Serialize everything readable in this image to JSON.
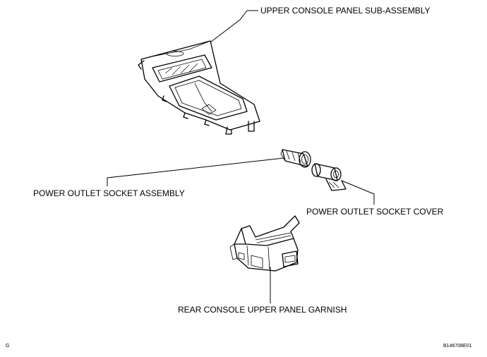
{
  "labels": {
    "upper_console_panel": "UPPER CONSOLE PANEL SUB-ASSEMBLY",
    "power_outlet_socket_assembly": "POWER OUTLET SOCKET ASSEMBLY",
    "power_outlet_socket_cover": "POWER OUTLET SOCKET COVER",
    "rear_console_garnish": "REAR CONSOLE UPPER PANEL GARNISH"
  },
  "corner_marks": {
    "left": "G",
    "right": "B146708E01"
  }
}
